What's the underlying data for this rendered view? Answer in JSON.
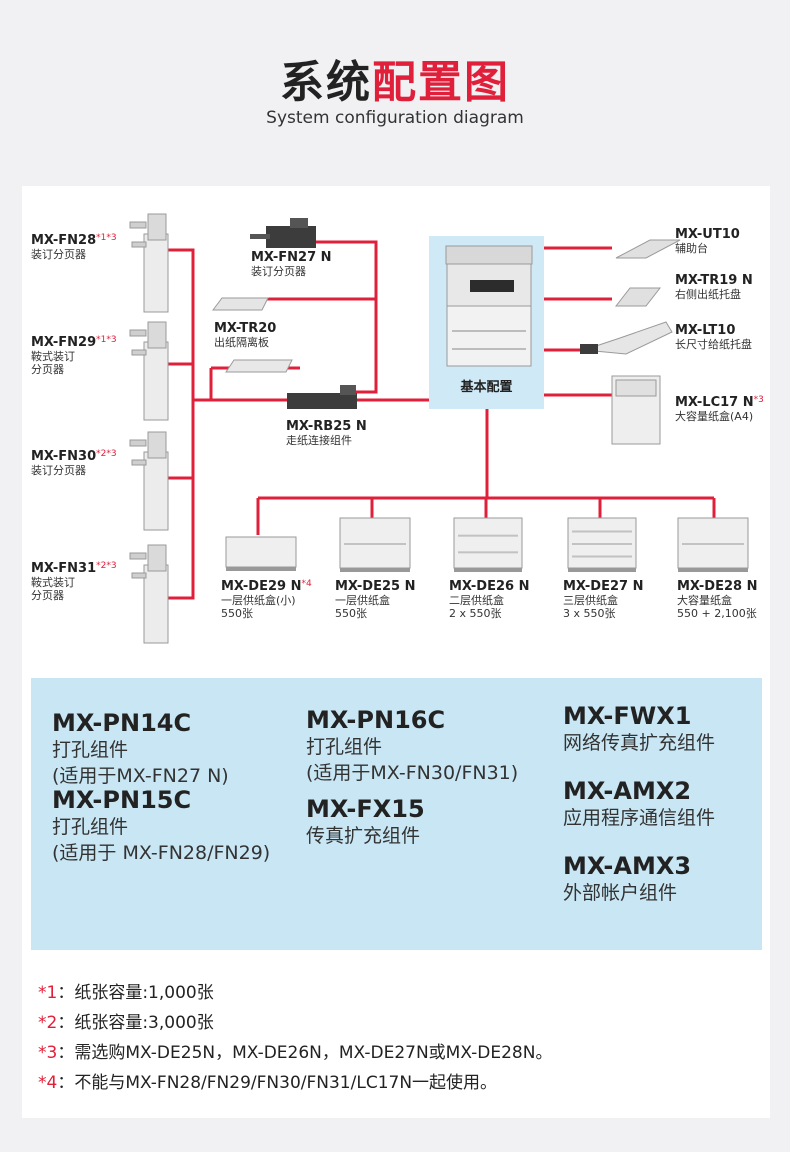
{
  "header": {
    "title_part1": "系统",
    "title_part2": "配置图",
    "subtitle": "System configuration diagram"
  },
  "colors": {
    "accent": "#e0203a",
    "base_box": "#cfe9f7",
    "accessory_panel": "#c8e6f3",
    "card": "#ffffff",
    "page": "#f1f1f4"
  },
  "finishers": [
    {
      "model": "MX-FN28",
      "note": "*1*3",
      "desc": [
        "装订分页器"
      ]
    },
    {
      "model": "MX-FN29",
      "note": "*1*3",
      "desc": [
        "鞍式装订",
        "分页器"
      ]
    },
    {
      "model": "MX-FN30",
      "note": "*2*3",
      "desc": [
        "装订分页器"
      ]
    },
    {
      "model": "MX-FN31",
      "note": "*2*3",
      "desc": [
        "鞍式装订",
        "分页器"
      ]
    }
  ],
  "middle_options": [
    {
      "model": "MX-FN27 N",
      "note": "",
      "desc": [
        "装订分页器"
      ]
    },
    {
      "model": "MX-TR20",
      "note": "",
      "desc": [
        "出纸隔离板"
      ]
    },
    {
      "model": "MX-RB25 N",
      "note": "",
      "desc": [
        "走纸连接组件"
      ]
    }
  ],
  "base": {
    "label": "基本配置"
  },
  "right_options": [
    {
      "model": "MX-UT10",
      "note": "",
      "desc": [
        "辅助台"
      ]
    },
    {
      "model": "MX-TR19 N",
      "note": "",
      "desc": [
        "右侧出纸托盘"
      ]
    },
    {
      "model": "MX-LT10",
      "note": "",
      "desc": [
        "长尺寸给纸托盘"
      ]
    },
    {
      "model": "MX-LC17 N",
      "note": "*3",
      "desc": [
        "大容量纸盒(A4)"
      ]
    }
  ],
  "paper_drawers": [
    {
      "model": "MX-DE29 N",
      "note": "*4",
      "desc": [
        "一层供纸盒(小)",
        "550张"
      ]
    },
    {
      "model": "MX-DE25 N",
      "note": "",
      "desc": [
        "一层供纸盒",
        "550张"
      ]
    },
    {
      "model": "MX-DE26 N",
      "note": "",
      "desc": [
        "二层供纸盒",
        "2 x 550张"
      ]
    },
    {
      "model": "MX-DE27 N",
      "note": "",
      "desc": [
        "三层供纸盒",
        "3 x 550张"
      ]
    },
    {
      "model": "MX-DE28 N",
      "note": "",
      "desc": [
        "大容量纸盒",
        "550 + 2,100张"
      ]
    }
  ],
  "accessories": [
    {
      "model": "MX-PN14C",
      "desc": [
        "打孔组件",
        "(适用于MX-FN27 N)"
      ]
    },
    {
      "model": "MX-PN15C",
      "desc": [
        "打孔组件",
        "(适用于 MX-FN28/FN29)"
      ]
    },
    {
      "model": "MX-PN16C",
      "desc": [
        "打孔组件",
        "(适用于MX-FN30/FN31)"
      ]
    },
    {
      "model": "MX-FX15",
      "desc": [
        "传真扩充组件"
      ]
    },
    {
      "model": "MX-FWX1",
      "desc": [
        "网络传真扩充组件"
      ]
    },
    {
      "model": "MX-AMX2",
      "desc": [
        "应用程序通信组件"
      ]
    },
    {
      "model": "MX-AMX3",
      "desc": [
        "外部帐户组件"
      ]
    }
  ],
  "footnotes": [
    {
      "mark": "*1",
      "text": "：纸张容量:1,000张"
    },
    {
      "mark": "*2",
      "text": "：纸张容量:3,000张"
    },
    {
      "mark": "*3",
      "text": "：需选购MX-DE25N，MX-DE26N，MX-DE27N或MX-DE28N。"
    },
    {
      "mark": "*4",
      "text": "：不能与MX-FN28/FN29/FN30/FN31/LC17N一起使用。"
    }
  ]
}
